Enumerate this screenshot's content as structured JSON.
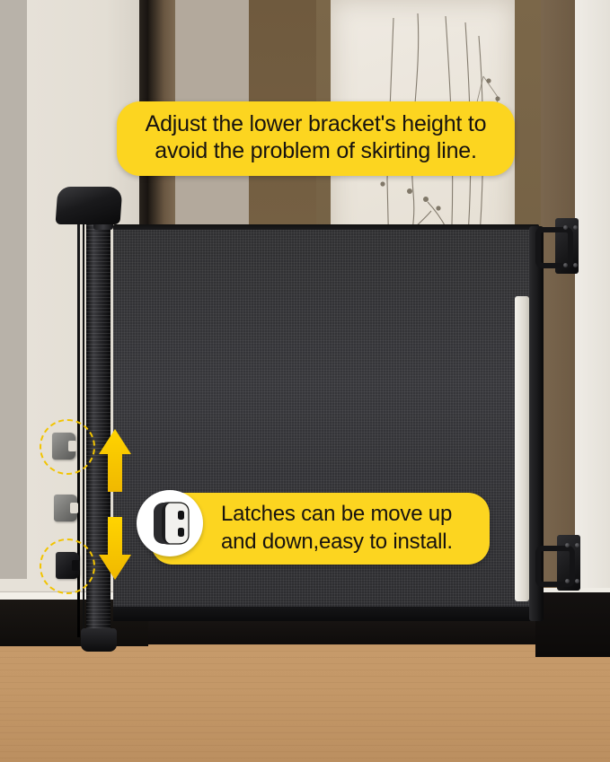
{
  "product": {
    "name": "retractable-mesh-baby-gate",
    "scene": "indoor hallway with wood floor, black skirting board and framed botanical artwork"
  },
  "callouts": {
    "top": {
      "id": "bracket-height-callout",
      "line1": "Adjust the lower bracket's height to",
      "line2": "avoid the problem of skirting line.",
      "background_color": "#fcd520",
      "text_color": "#171310"
    },
    "bottom": {
      "id": "latch-movement-callout",
      "line1": "Latches can be move up",
      "line2": "and down,easy to install.",
      "background_color": "#fcd520",
      "text_color": "#171310",
      "icon": "latch-bracket-icon"
    }
  },
  "annotations": {
    "arrow": {
      "name": "up-down-double-arrow",
      "color": "#f5c400",
      "direction": "vertical-bidirectional"
    },
    "highlight_rings": {
      "name": "dashed-highlight-ring",
      "color": "#f2c400",
      "style": "dashed",
      "count": 2
    }
  },
  "gate_parts": {
    "mesh_panel": "black-mesh-panel",
    "left_post": "left-vertical-post",
    "top_cap": "top-handle-cap",
    "post_foot": "post-floor-base",
    "edge_strip": "retracting-edge-strip",
    "latches": [
      {
        "name": "latch-bracket-top",
        "style": "gray",
        "highlighted": true
      },
      {
        "name": "latch-bracket-middle",
        "style": "gray",
        "highlighted": false
      },
      {
        "name": "latch-bracket-bottom",
        "style": "black",
        "highlighted": true
      }
    ],
    "wall_mounts": [
      {
        "name": "wall-mount-top",
        "position": "upper-right"
      },
      {
        "name": "wall-mount-bottom",
        "position": "lower-right"
      }
    ]
  },
  "scene_colors": {
    "floor": "#c4986a",
    "skirting": "#0f0d0b",
    "wall_cream": "#e3ded5",
    "wall_brown": "#74603f",
    "wall_gray": "#b8b2a9",
    "mesh": "#303033",
    "accent_yellow": "#fcd520"
  }
}
